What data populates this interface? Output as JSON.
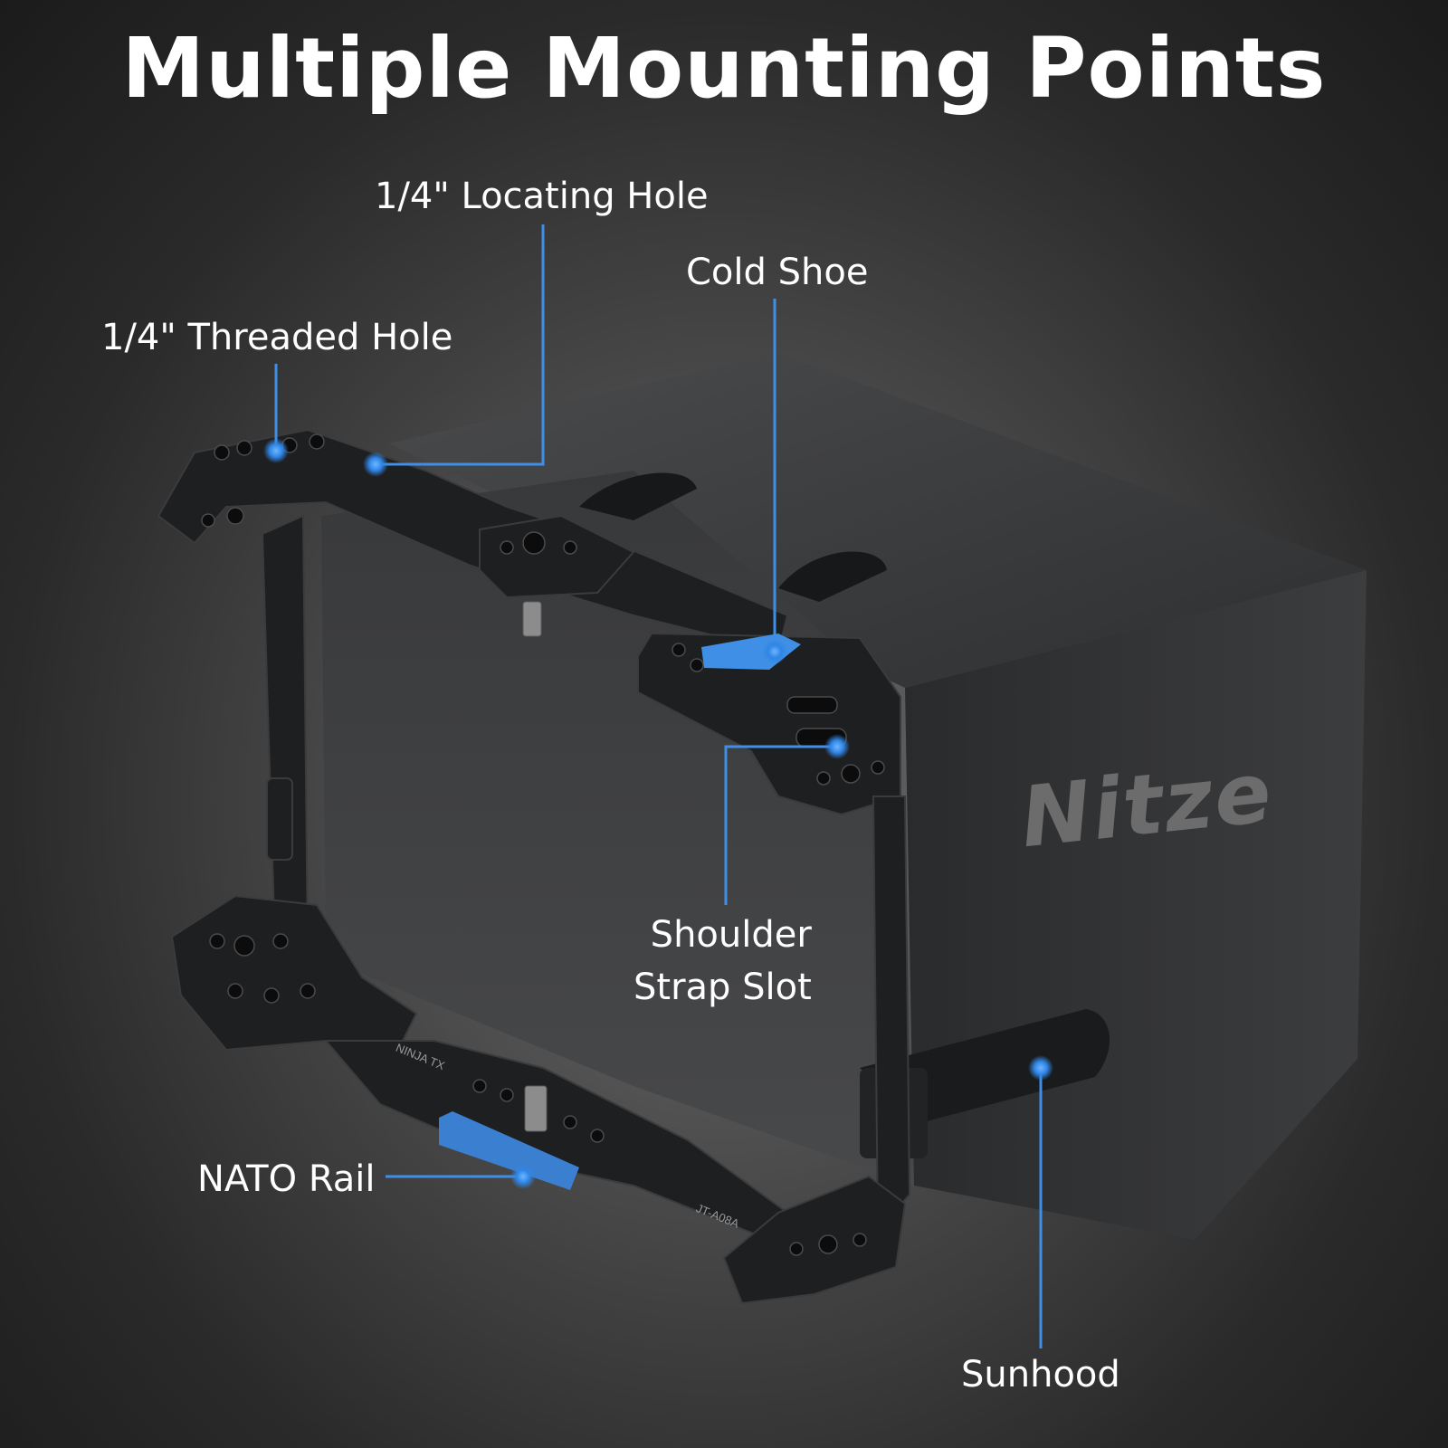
{
  "title": "Multiple Mounting Points",
  "callouts": {
    "locating_hole": "1/4\" Locating Hole",
    "cold_shoe": "Cold Shoe",
    "threaded_hole": "1/4\" Threaded Hole",
    "shoulder_strap_line1": "Shoulder",
    "shoulder_strap_line2": "Strap Slot",
    "nato_rail": "NATO Rail",
    "sunhood": "Sunhood"
  },
  "brand_logo": "Nitze",
  "engravings": {
    "ninja": "NINJA TX",
    "model": "JT-A08A"
  },
  "colors": {
    "accent_blue": "#3f8fe6",
    "text": "#ffffff",
    "hood": "#2f3032",
    "cage": "#1e1f21"
  }
}
